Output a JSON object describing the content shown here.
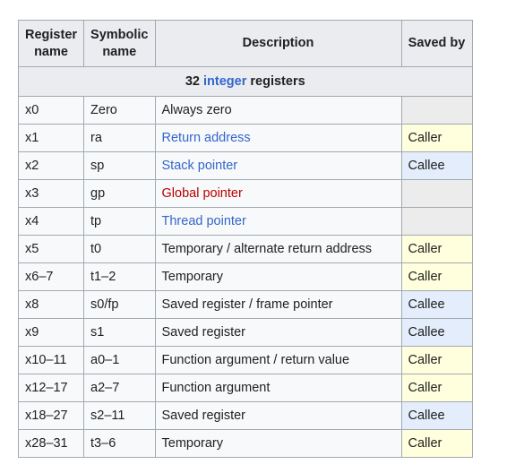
{
  "header": {
    "register_name": "Register name",
    "symbolic_name": "Symbolic name",
    "description": "Description",
    "saved_by": "Saved by"
  },
  "section": {
    "prefix": "32",
    "link": "integer",
    "suffix": "registers"
  },
  "rows": [
    {
      "reg": "x0",
      "sym": "Zero",
      "desc": "Always zero",
      "desc_style": "plain",
      "saved": "",
      "saved_style": "empty"
    },
    {
      "reg": "x1",
      "sym": "ra",
      "desc": "Return address",
      "desc_style": "link",
      "saved": "Caller",
      "saved_style": "caller"
    },
    {
      "reg": "x2",
      "sym": "sp",
      "desc": "Stack pointer",
      "desc_style": "link",
      "saved": "Callee",
      "saved_style": "callee"
    },
    {
      "reg": "x3",
      "sym": "gp",
      "desc": "Global pointer",
      "desc_style": "link-new",
      "saved": "",
      "saved_style": "empty"
    },
    {
      "reg": "x4",
      "sym": "tp",
      "desc": "Thread pointer",
      "desc_style": "link",
      "saved": "",
      "saved_style": "empty"
    },
    {
      "reg": "x5",
      "sym": "t0",
      "desc": "Temporary / alternate return address",
      "desc_style": "plain",
      "saved": "Caller",
      "saved_style": "caller"
    },
    {
      "reg": "x6–7",
      "sym": "t1–2",
      "desc": "Temporary",
      "desc_style": "plain",
      "saved": "Caller",
      "saved_style": "caller"
    },
    {
      "reg": "x8",
      "sym": "s0/fp",
      "desc": "Saved register / frame pointer",
      "desc_style": "plain",
      "saved": "Callee",
      "saved_style": "callee"
    },
    {
      "reg": "x9",
      "sym": "s1",
      "desc": "Saved register",
      "desc_style": "plain",
      "saved": "Callee",
      "saved_style": "callee"
    },
    {
      "reg": "x10–11",
      "sym": "a0–1",
      "desc": "Function argument / return value",
      "desc_style": "plain",
      "saved": "Caller",
      "saved_style": "caller"
    },
    {
      "reg": "x12–17",
      "sym": "a2–7",
      "desc": "Function argument",
      "desc_style": "plain",
      "saved": "Caller",
      "saved_style": "caller"
    },
    {
      "reg": "x18–27",
      "sym": "s2–11",
      "desc": "Saved register",
      "desc_style": "plain",
      "saved": "Callee",
      "saved_style": "callee"
    },
    {
      "reg": "x28–31",
      "sym": "t3–6",
      "desc": "Temporary",
      "desc_style": "plain",
      "saved": "Caller",
      "saved_style": "caller"
    }
  ],
  "colors": {
    "link": "#3366cc",
    "link_new": "#ba0000",
    "caller_bg": "#ffffdd",
    "callee_bg": "#e3edfb",
    "empty_bg": "#ececec",
    "header_bg": "#eaecf0"
  }
}
